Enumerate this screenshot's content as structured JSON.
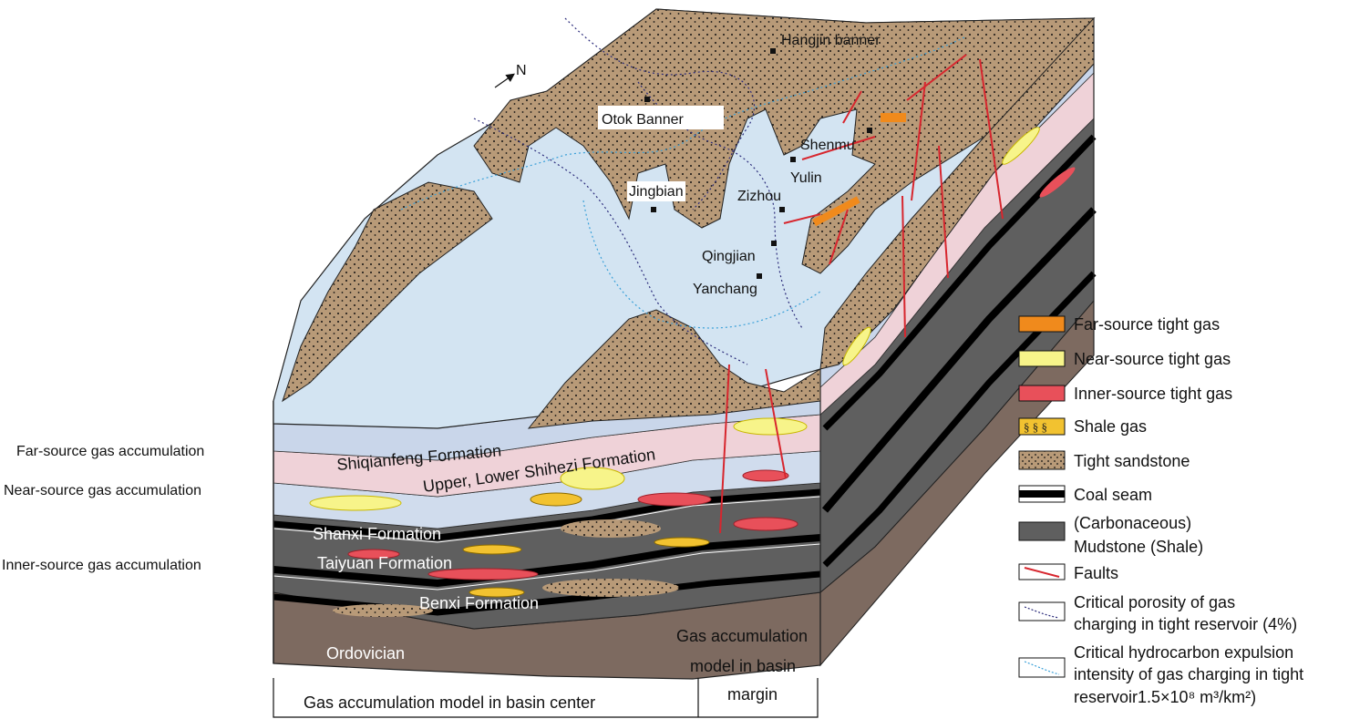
{
  "map_labels": {
    "north": "N",
    "hangjin": "Hangjin banner",
    "otok": "Otok Banner",
    "shenmu": "Shenmu",
    "yulin": "Yulin",
    "jingbian": "Jingbian",
    "zizhou": "Zizhou",
    "qingjian": "Qingjian",
    "yanchang": "Yanchang"
  },
  "formations": {
    "shiqianfeng": "Shiqianfeng Formation",
    "shihezi": "Upper, Lower Shihezi Formation",
    "shanxi": "Shanxi Formation",
    "taiyuan": "Taiyuan Formation",
    "benxi": "Benxi Formation",
    "ordovician": "Ordovician"
  },
  "side_labels": {
    "far": "Far-source gas accumulation",
    "near": "Near-source gas accumulation",
    "inner": "Inner-source gas accumulation"
  },
  "bottom": {
    "center": "Gas accumulation model in basin center",
    "margin_line1": "Gas accumulation",
    "margin_line2": "model in basin",
    "margin_line3": "margin"
  },
  "legend": {
    "far_source": "Far-source tight gas",
    "near_source": "Near-source tight gas",
    "inner_source": "Inner-source tight gas",
    "shale_gas": "Shale gas",
    "tight_sandstone": "Tight sandstone",
    "coal_seam": "Coal seam",
    "mudstone_line1": "(Carbonaceous)",
    "mudstone_line2": "Mudstone (Shale)",
    "faults": "Faults",
    "porosity_line1": "Critical porosity of gas",
    "porosity_line2": "charging in tight reservoir (4%)",
    "expulsion_line1": "Critical hydrocarbon expulsion",
    "expulsion_line2": "intensity of gas charging in tight",
    "expulsion_line3": "reservoir1.5×10⁸ m³/km²)"
  },
  "colors": {
    "far_source": "#f08a1c",
    "near_source": "#f7f48a",
    "inner_source": "#e8505a",
    "shale_gas": "#f2c230",
    "sandstone": "#b89a78",
    "top_surface": "#d3e4f2",
    "pink_layer": "#efd2d8",
    "blue_layer": "#d0dced",
    "mudstone": "#5f5f5f",
    "ordovician": "#7d6a60",
    "fault": "#d7262e"
  }
}
